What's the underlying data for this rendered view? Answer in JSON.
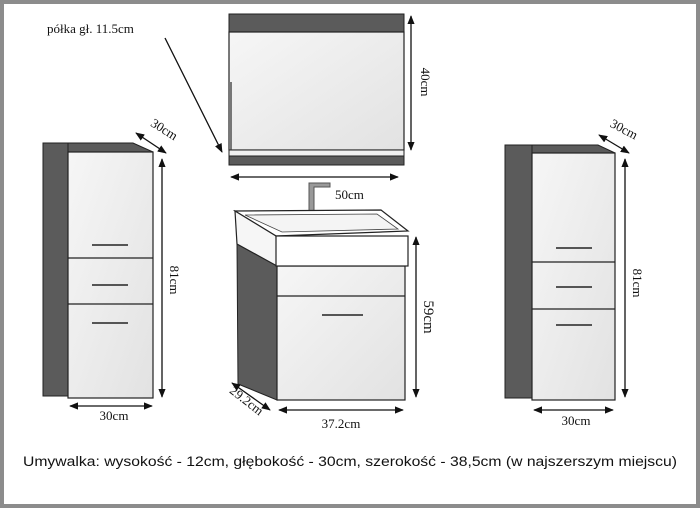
{
  "labels": {
    "shelf_depth": "półka gł. 11.5cm",
    "mirror_height": "40cm",
    "mirror_width": "50cm",
    "vanity_height": "59cm",
    "vanity_depth": "29.2cm",
    "vanity_width": "37.2cm",
    "left_cabinet_depth": "30cm",
    "left_cabinet_height": "81cm",
    "left_cabinet_width": "30cm",
    "right_cabinet_depth": "30cm",
    "right_cabinet_height": "81cm",
    "right_cabinet_width": "30cm"
  },
  "caption": "Umywalka: wysokość - 12cm, głębokość - 30cm, szerokość - 38,5cm (w najszerszym miejscu)"
}
